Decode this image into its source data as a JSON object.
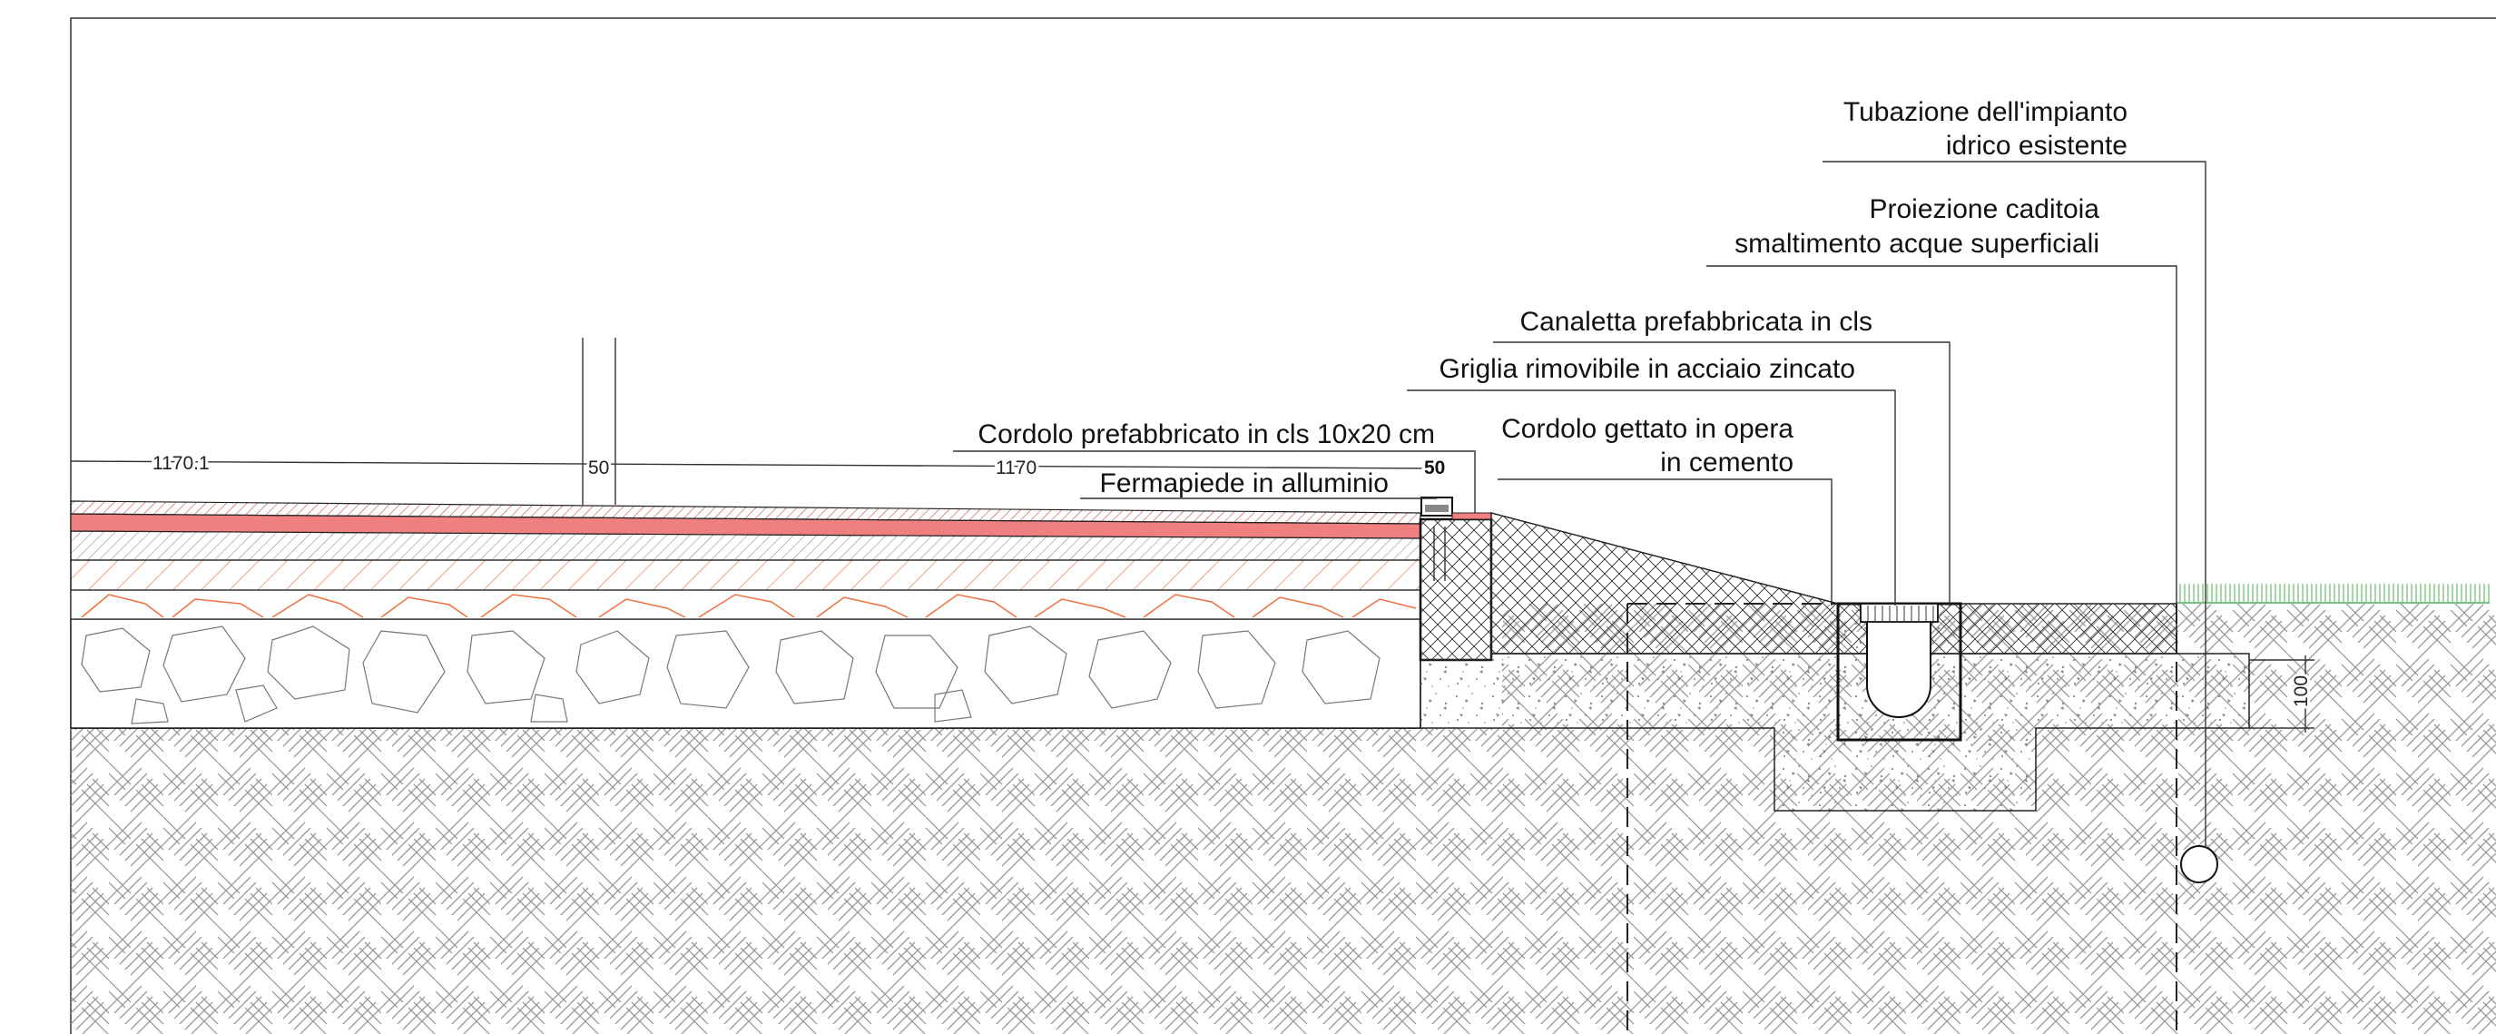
{
  "labels": {
    "tubazione_1": "Tubazione dell'impianto",
    "tubazione_2": "idrico esistente",
    "proiezione_1": "Proiezione caditoia",
    "proiezione_2": "smaltimento acque superficiali",
    "canaletta": "Canaletta prefabbricata in cls",
    "griglia": "Griglia rimovibile in acciaio zincato",
    "cordolo_gettato_1": "Cordolo gettato in opera",
    "cordolo_gettato_2": "in cemento",
    "cordolo_prefab": "Cordolo prefabbricato in cls 10x20 cm",
    "fermapiede": "Fermapiede in alluminio"
  },
  "dimensions": {
    "d1": "1170.1",
    "d2": "50",
    "d3": "1170",
    "d4": "50",
    "d5": "100"
  },
  "colors": {
    "paving_red": "#f08080",
    "paving_hatch_red": "#e05050",
    "subbase_orange": "#f07040",
    "grass_green": "#4caf50",
    "line": "#222222"
  }
}
